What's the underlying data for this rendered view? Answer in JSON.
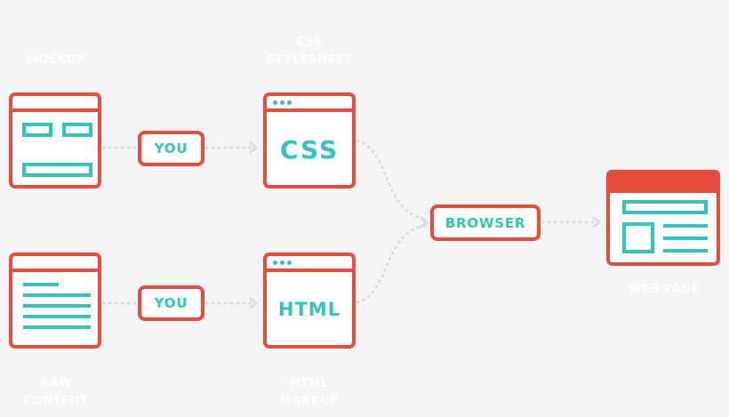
{
  "labels": {
    "mockup": "MOCKUP",
    "css_stylesheet": "CSS\nSTYLESHEET",
    "raw_content": "RAW\nCONTENT",
    "html_markup": "HTML\nMARKUP",
    "web_page": "WEB PAGE"
  },
  "nodes": {
    "you_top": "YOU",
    "you_bottom": "YOU",
    "css": "CSS",
    "html": "HTML",
    "browser": "BROWSER"
  },
  "colors": {
    "accent_red": "#e74c3c",
    "accent_teal": "#33c4c0",
    "label_white": "#ffffff",
    "background": "#f5f5f5",
    "connector": "#dcdcdc"
  },
  "icons": {
    "mockup": "mockup-window-icon",
    "raw_content": "document-lines-icon",
    "web_page": "webpage-layout-icon"
  }
}
